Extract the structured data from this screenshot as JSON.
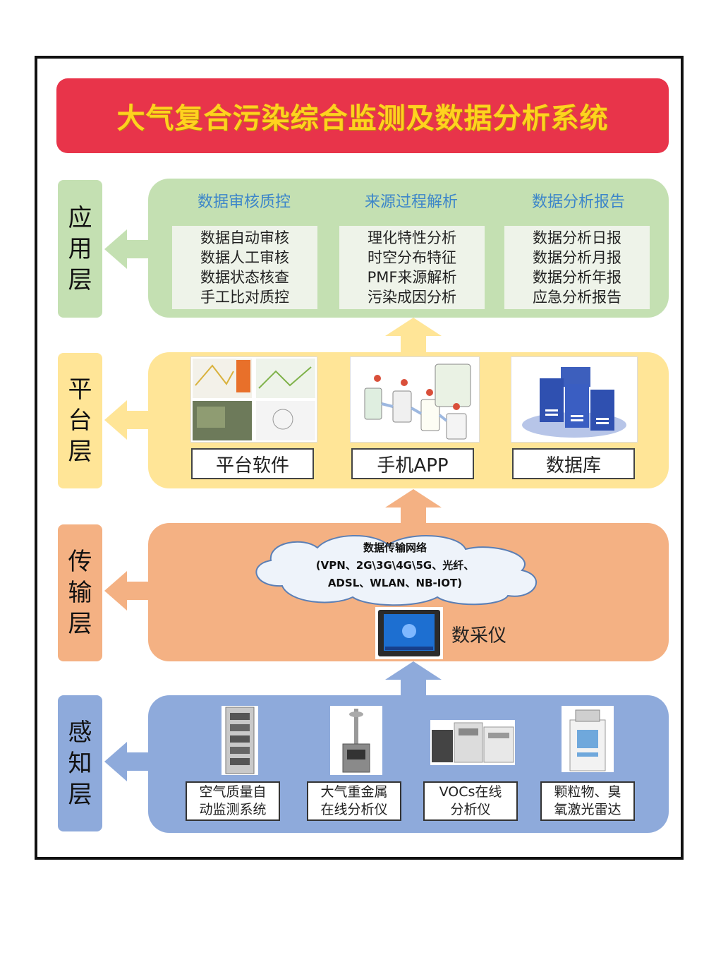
{
  "title": "大气复合污染综合监测及数据分析系统",
  "layers": {
    "application": {
      "label": [
        "应",
        "用",
        "层"
      ],
      "columns": [
        {
          "heading": "数据审核质控",
          "items": [
            "数据自动审核",
            "数据人工审核",
            "数据状态核查",
            "手工比对质控"
          ]
        },
        {
          "heading": "来源过程解析",
          "items": [
            "理化特性分析",
            "时空分布特征",
            "PMF来源解析",
            "污染成因分析"
          ]
        },
        {
          "heading": "数据分析报告",
          "items": [
            "数据分析日报",
            "数据分析月报",
            "数据分析年报",
            "应急分析报告"
          ]
        }
      ]
    },
    "platform": {
      "label": [
        "平",
        "台",
        "层"
      ],
      "items": [
        "平台软件",
        "手机APP",
        "数据库"
      ]
    },
    "transmission": {
      "label": [
        "传",
        "输",
        "层"
      ],
      "cloud": [
        "数据传输网络",
        "(VPN、2G\\3G\\4G\\5G、光纤、",
        "ADSL、WLAN、NB-IOT)"
      ],
      "device": "数采仪"
    },
    "perception": {
      "label": [
        "感",
        "知",
        "层"
      ],
      "items": [
        [
          "空气质量自",
          "动监测系统"
        ],
        [
          "大气重金属",
          "在线分析仪"
        ],
        [
          "VOCs在线",
          "分析仪"
        ],
        [
          "颗粒物、臭",
          "氧激光雷达"
        ]
      ]
    }
  },
  "colors": {
    "title_bg": "#e8344a",
    "title_text": "#ffd21f",
    "application": "#c4e0b2",
    "platform": "#ffe597",
    "transmission": "#f4b183",
    "perception": "#8eaadb",
    "heading_blue": "#3d86c9"
  }
}
